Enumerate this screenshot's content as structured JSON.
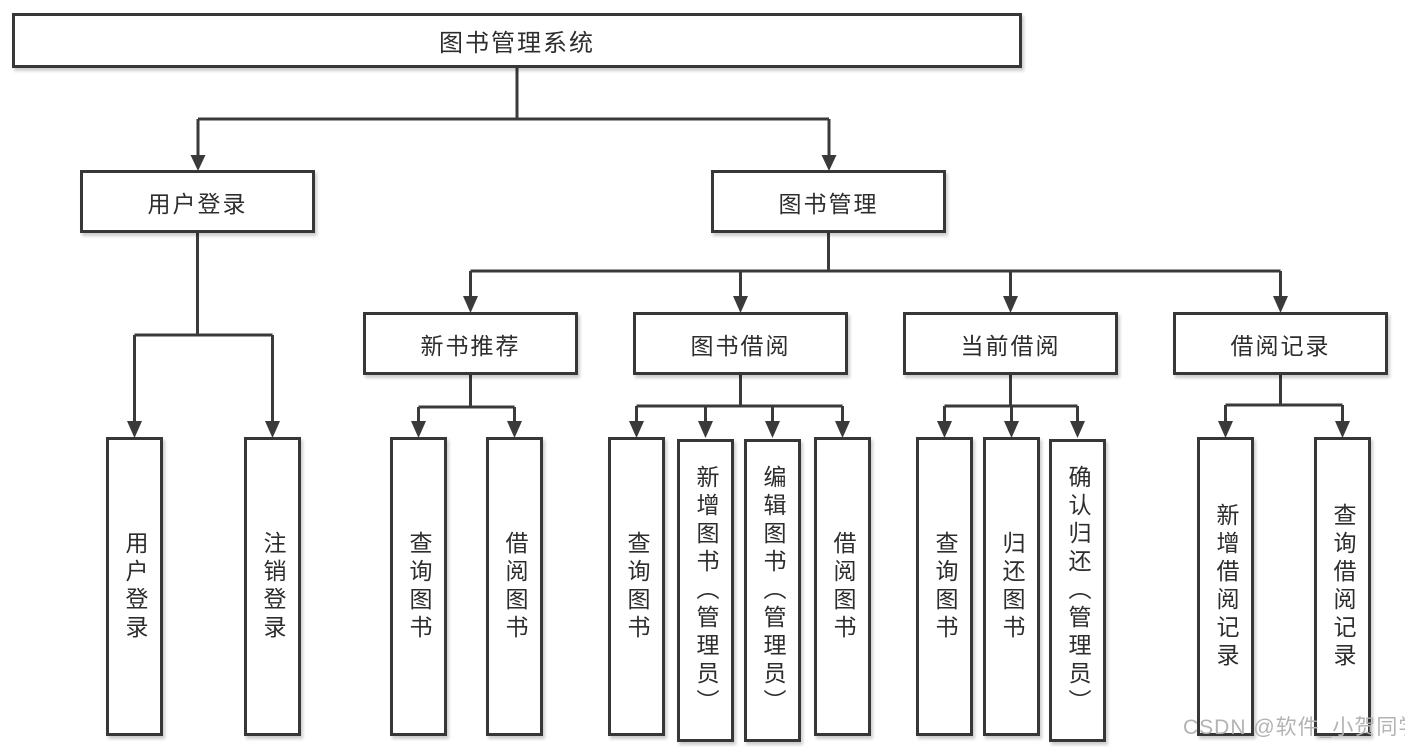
{
  "title": {
    "label": "图书管理系统"
  },
  "branches": {
    "user_login": {
      "label": "用户登录",
      "children": [
        {
          "label": "用户登录"
        },
        {
          "label": "注销登录"
        }
      ]
    },
    "book_mgmt": {
      "label": "图书管理",
      "children": [
        {
          "label": "新书推荐",
          "children": [
            {
              "label": "查询图书"
            },
            {
              "label": "借阅图书"
            }
          ]
        },
        {
          "label": "图书借阅",
          "children": [
            {
              "label": "查询图书"
            },
            {
              "label": "新增图书（管理员）"
            },
            {
              "label": "编辑图书（管理员）"
            },
            {
              "label": "借阅图书"
            }
          ]
        },
        {
          "label": "当前借阅",
          "children": [
            {
              "label": "查询图书"
            },
            {
              "label": "归还图书"
            },
            {
              "label": "确认归还（管理员）"
            }
          ]
        },
        {
          "label": "借阅记录",
          "children": [
            {
              "label": "新增借阅记录"
            },
            {
              "label": "查询借阅记录"
            }
          ]
        }
      ]
    }
  },
  "watermark": {
    "text": "CSDN @软件_小贺同学"
  },
  "colors": {
    "line": "#3a3a3a",
    "node_border": "#373737",
    "node_fill": "#ffffff",
    "text": "#2d2d2d",
    "watermark": "#b3b3b3",
    "background": "#ffffff"
  }
}
